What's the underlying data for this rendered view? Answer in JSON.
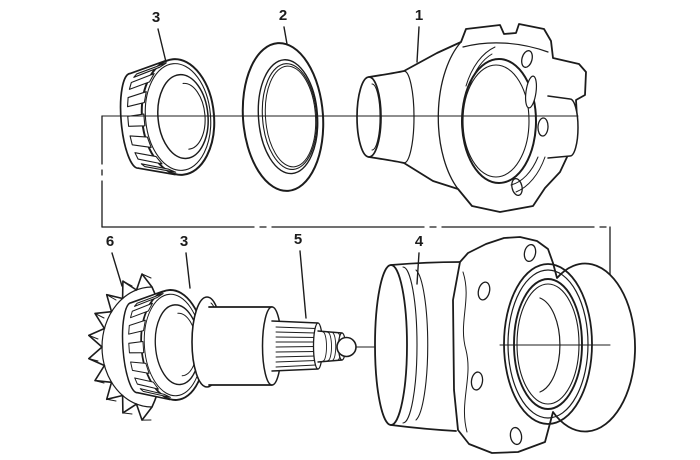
{
  "figure": {
    "type": "exploded-parts-diagram",
    "background_color": "#ffffff",
    "line_color": "#1c1c1c",
    "callouts": [
      {
        "number": "1",
        "target": "pinion-flange"
      },
      {
        "number": "2",
        "target": "spacer-ring"
      },
      {
        "number": "3",
        "target": "front-tapered-roller-bearing"
      },
      {
        "number": "4",
        "target": "bearing-housing"
      },
      {
        "number": "5",
        "target": "pinion-shaft-splines"
      },
      {
        "number": "6",
        "target": "pinion-gear"
      },
      {
        "number": "3",
        "target": "rear-tapered-roller-bearing"
      }
    ]
  }
}
